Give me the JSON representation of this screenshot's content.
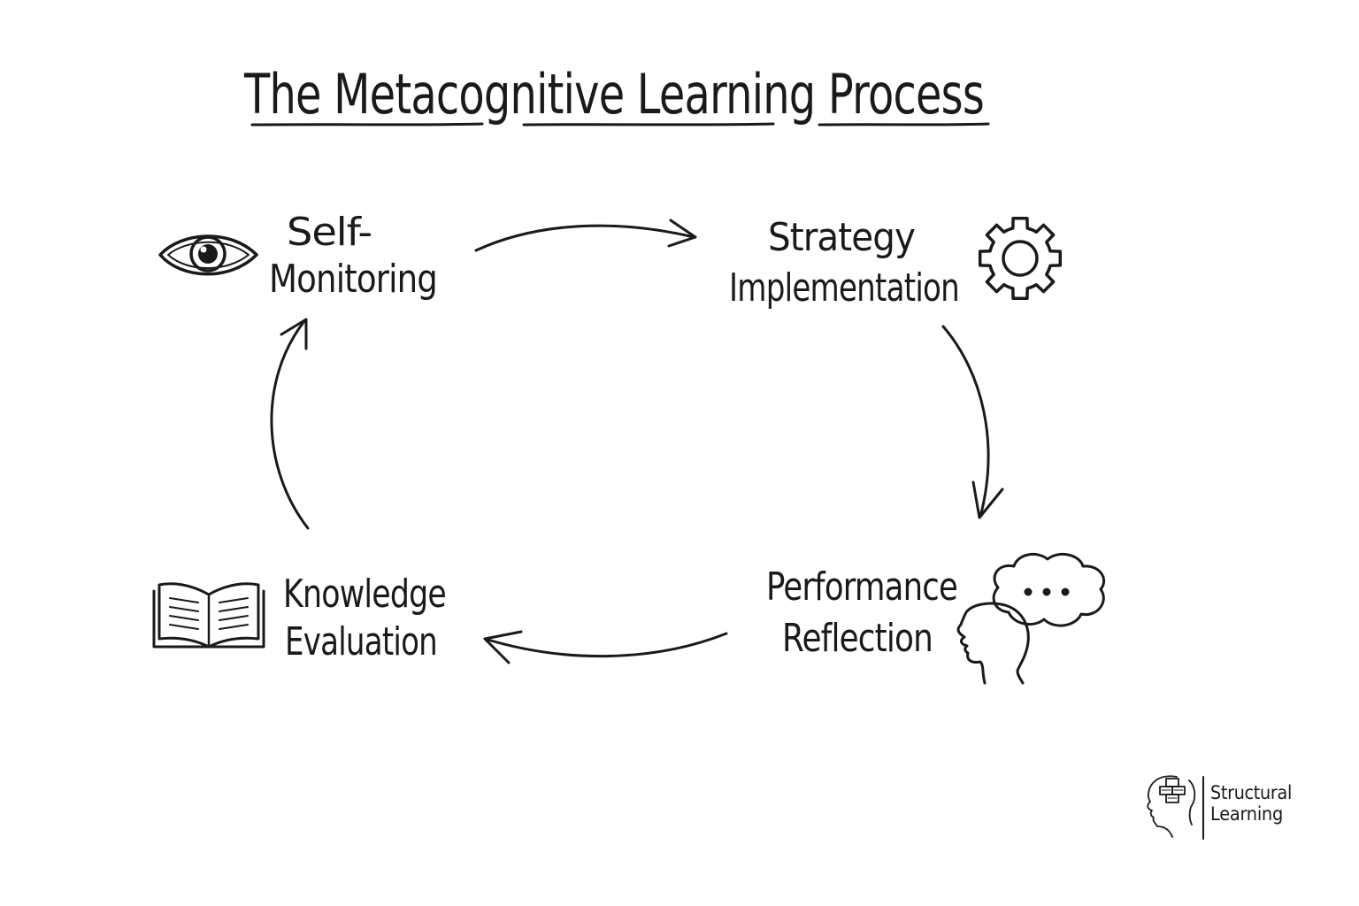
{
  "title": "The Metacognitive Learning Process",
  "nodes": {
    "self_monitoring": {
      "line1": "Self-",
      "line2": "Monitoring",
      "icon": "eye-icon"
    },
    "strategy_implementation": {
      "line1": "Strategy",
      "line2": "Implementation",
      "icon": "gear-icon"
    },
    "performance_reflection": {
      "line1": "Performance",
      "line2": "Reflection",
      "icon": "head-thought-bubble-icon"
    },
    "knowledge_evaluation": {
      "line1": "Knowledge",
      "line2": "Evaluation",
      "icon": "open-book-icon"
    }
  },
  "cycle_order": [
    "Self-Monitoring",
    "Strategy Implementation",
    "Performance Reflection",
    "Knowledge Evaluation"
  ],
  "brand": {
    "line1": "Structural",
    "line2": "Learning",
    "icon": "head-puzzle-logo-icon"
  },
  "colors": {
    "ink": "#1a1a1a",
    "background": "#ffffff"
  }
}
